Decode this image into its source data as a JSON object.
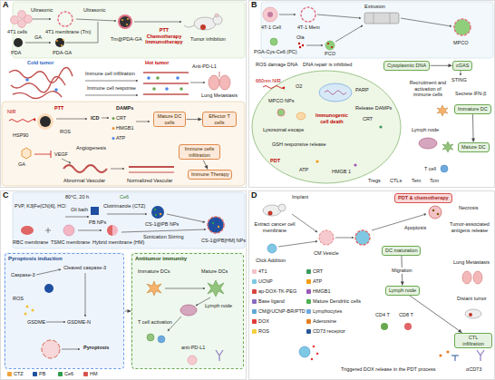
{
  "diagram": {
    "nodes": [
      {
        "text": [
          "A"
        ]
      },
      {
        "text": [
          "B"
        ]
      },
      {
        "text": [
          "C"
        ]
      },
      {
        "text": [
          "D"
        ]
      },
      {
        "text": [
          "Mature DC cells"
        ],
        "in": 0
      },
      {
        "text": [
          "Effector T cells"
        ],
        "in": 0
      },
      {
        "text": [
          "Immune cells infiltration"
        ],
        "in": 0
      },
      {
        "text": [
          "Immune Therapy"
        ],
        "in": 0
      },
      {
        "text": [
          "Cytoplasmic DNA"
        ],
        "in": 1
      },
      {
        "text": [
          "cGAS"
        ],
        "in": 1
      },
      {
        "text": [
          "Immature DC"
        ],
        "in": 1
      },
      {
        "text": [
          "Mature DC"
        ],
        "in": 1
      },
      {
        "text": [
          "Pyroptosis induction"
        ],
        "in": 2
      },
      {
        "text": [
          "Antitumor immunity"
        ],
        "in": 2
      },
      {
        "text": [
          "PDT & chemotherapy"
        ],
        "in": 3
      },
      {
        "text": [
          "DC maturation"
        ],
        "in": 3
      },
      {
        "text": [
          "Lymph node"
        ],
        "in": 3
      },
      {
        "text": [
          "CTL infiltration"
        ],
        "in": 3
      }
    ],
    "edges": [
      {
        "from": 4,
        "to": 5,
        "arrow": "to"
      },
      {
        "from": 6,
        "to": 7,
        "arrow": "to"
      },
      {
        "from": 8,
        "to": 9,
        "arrow": "to"
      },
      {
        "from": 10,
        "to": 11,
        "arrow": "to"
      },
      {
        "from": 12,
        "to": 13,
        "arrow": "to"
      },
      {
        "from": 15,
        "to": 16,
        "label": "Migration",
        "arrow": "to"
      },
      {
        "from": 16,
        "to": 17,
        "arrow": "to"
      }
    ],
    "labels": [
      "4T1 cells",
      "Ultrasonic",
      "4T1 membrane (Tm)",
      "Ultrasonic",
      "PDA",
      "GA",
      "PDA-GA",
      "Tm@PDA-GA",
      "PTT Chemotherapy Immunotherapy",
      "Tumor inhibition",
      "Cold tumor",
      "Hot tumor",
      "Immune cell infiltration",
      "Immune cell response",
      "Anti-PD-L1",
      "Lung Metastasis",
      "PTT",
      "NIR",
      "HSP90",
      "ROS",
      "ICD",
      "DAMPs",
      "CRT",
      "HMGB1",
      "ATP",
      "VEGF",
      "Angiogenesis",
      "GA",
      "Abnormal Vascular",
      "Normalized Vascular",
      "4T-1 Cell",
      "4T-1 Mem",
      "Extrusion",
      "PGA-Cys-Ce6 (PC)",
      "Ola",
      "PCO",
      "MPCO",
      "ROS damage DNA",
      "DNA repair is inhibited",
      "PARP",
      "660nm NIR",
      "O2",
      "STING",
      "Recruitment and activation of immune cells",
      "Secrete IFN-β",
      "Release DAMPs",
      "CRT",
      "Immunogenic cell death",
      "Lymph node",
      "T cell",
      "MPCO NPs",
      "Lysosomal escape",
      "GSH responsive release",
      "PDT",
      "ATP",
      "HMGB 1",
      "Tregs",
      "CTLs",
      "Tem",
      "Tcm",
      "PVP, K3[Fe(CN)6], HCl",
      "80°C, 20 h",
      "Oil bath",
      "PB NPs",
      "Ce6",
      "Clotrimazole (CTZ)",
      "CS-1@PB NPs",
      "CS-1@PB[HM] NPs",
      "RBC membrane",
      "TSMC membrane",
      "Hybrid membrane (HM)",
      "Sonication Stirring",
      "Cleaved caspase-3",
      "Caspase-3",
      "ROS",
      "GSDME",
      "GSDME-N",
      "Pyroptosis",
      "Immature DCs",
      "Mature DCs",
      "Lymph node",
      "T cell activation",
      "anti-PD-L1",
      "Implant",
      "Extract cancer cell membrane",
      "Click Addition",
      "CM Vesicle",
      "Necrosis",
      "Apoptosis",
      "Tumor-associated antigens release",
      "Lung Metastasis",
      "Distant tumor",
      "CD4 T",
      "CD8 T",
      "Triggered DOX release in the PDT process",
      "αCD73"
    ],
    "legend": [
      {
        "text": "CTZ",
        "color": "#f2a33a"
      },
      {
        "text": "PB",
        "color": "#1f4fa0"
      },
      {
        "text": "Ce6",
        "color": "#2e9c4a"
      },
      {
        "text": "HM",
        "color": "#d9534f"
      },
      {
        "text": "4T1",
        "color": "#f3c3c9"
      },
      {
        "text": "UCNP",
        "color": "#7ec8e3"
      },
      {
        "text": "ap-DOX-TK-PEG",
        "color": "#d6453d"
      },
      {
        "text": "Base ligand",
        "color": "#8a6bbf"
      },
      {
        "text": "CM@UCNP-BR/PTD",
        "color": "#5fa8d3"
      },
      {
        "text": "DOX",
        "color": "#e23b3b"
      },
      {
        "text": "ROS",
        "color": "#f4d03f"
      },
      {
        "text": "CRT",
        "color": "#3c9a5f"
      },
      {
        "text": "ATP",
        "color": "#f39c12"
      },
      {
        "text": "HMGB1",
        "color": "#9b59b6"
      },
      {
        "text": "Mature Dendritic cells",
        "color": "#4caf50"
      },
      {
        "text": "Lymphocytes",
        "color": "#6fa8dc"
      },
      {
        "text": "Adenosine",
        "color": "#e67e22"
      },
      {
        "text": "CD73 receptor",
        "color": "#2b5797"
      }
    ]
  }
}
